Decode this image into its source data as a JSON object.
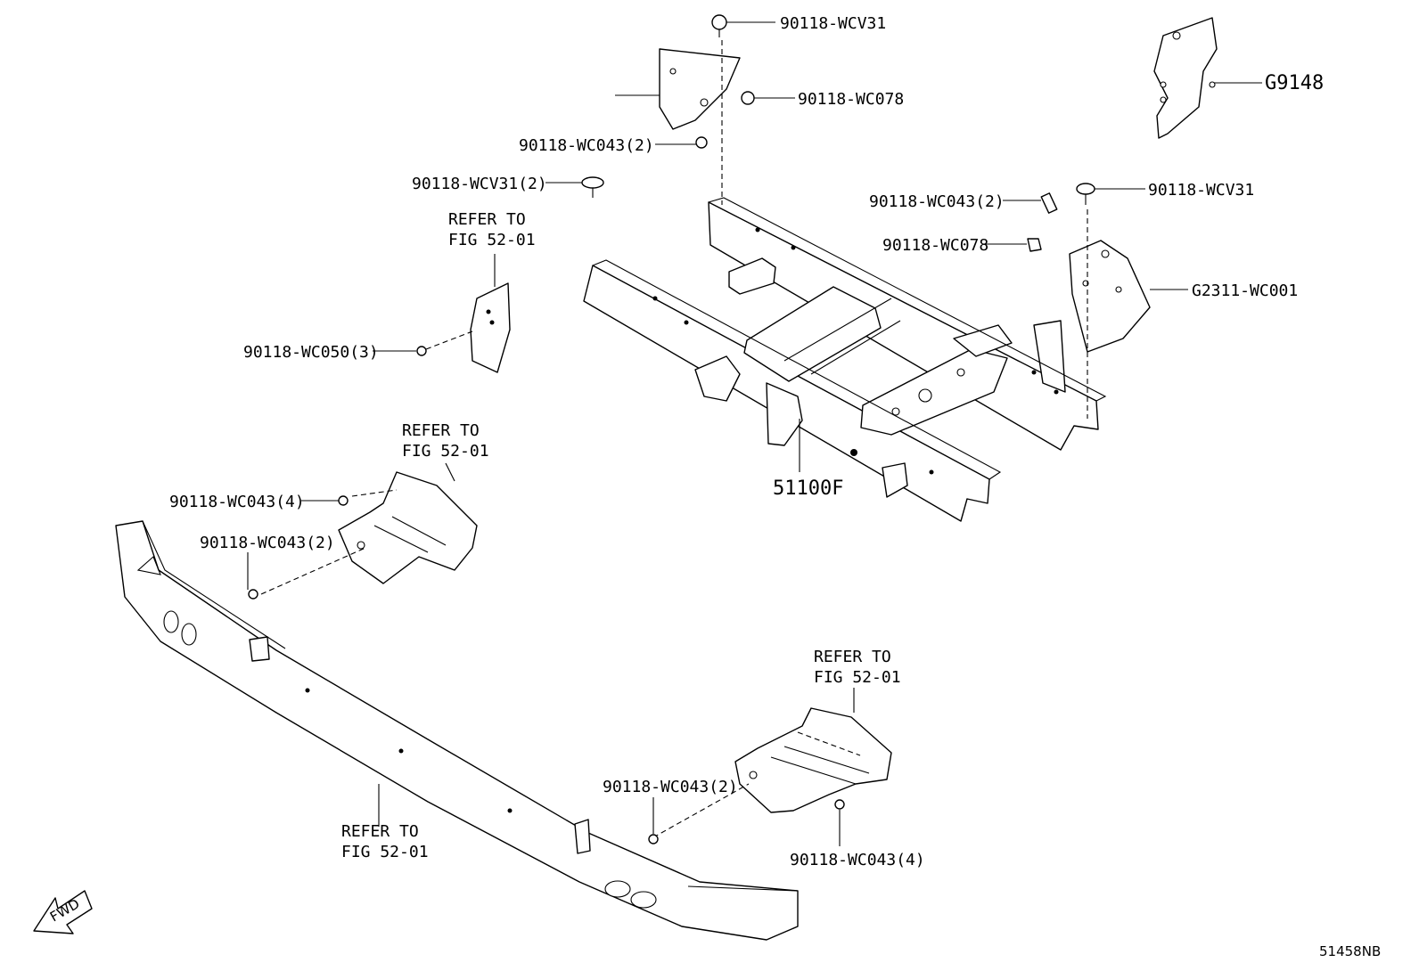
{
  "callouts": {
    "wcv31_top": "90118-WCV31",
    "wc078_top": "90118-WC078",
    "wc043_2_top": "90118-WC043(2)",
    "wcv31_2": "90118-WCV31(2)",
    "wc050_3": "90118-WC050(3)",
    "wc043_2_right": "90118-WC043(2)",
    "wcv31_right": "90118-WCV31",
    "wc078_right": "90118-WC078",
    "g2311": "G2311-WC001",
    "g9148": "G9148",
    "frame": "51100F",
    "wc043_4_left": "90118-WC043(4)",
    "wc043_2_left": "90118-WC043(2)",
    "wc043_2_bottom": "90118-WC043(2)",
    "wc043_4_bottom": "90118-WC043(4)"
  },
  "refer_labels": {
    "line1": "REFER TO",
    "line2": "FIG 52-01"
  },
  "fwd_label": "FWD",
  "diagram_code": "51458NB"
}
